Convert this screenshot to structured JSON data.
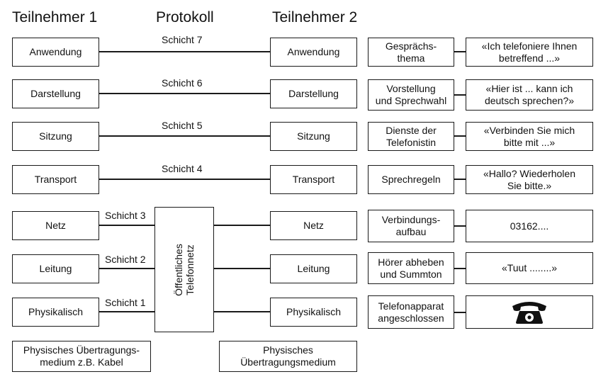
{
  "headers": {
    "participant1": "Teilnehmer 1",
    "protocol": "Protokoll",
    "participant2": "Teilnehmer 2"
  },
  "layers": [
    {
      "p1": "Anwendung",
      "p2": "Anwendung",
      "link": "Schicht 7",
      "topic": "Gesprächs-\nthema",
      "example": "«Ich telefoniere Ihnen\nbetreffend ...»"
    },
    {
      "p1": "Darstellung",
      "p2": "Darstellung",
      "link": "Schicht 6",
      "topic": "Vorstellung\nund Sprechwahl",
      "example": "«Hier ist ... kann ich\ndeutsch sprechen?»"
    },
    {
      "p1": "Sitzung",
      "p2": "Sitzung",
      "link": "Schicht 5",
      "topic": "Dienste der\nTelefonistin",
      "example": "«Verbinden Sie mich\nbitte mit ...»"
    },
    {
      "p1": "Transport",
      "p2": "Transport",
      "link": "Schicht 4",
      "topic": "Sprechregeln",
      "example": "«Hallo? Wiederholen\nSie bitte.»"
    },
    {
      "p1": "Netz",
      "p2": "Netz",
      "link": "Schicht 3",
      "topic": "Verbindungs-\naufbau",
      "example": "03162...."
    },
    {
      "p1": "Leitung",
      "p2": "Leitung",
      "link": "Schicht 2",
      "topic": "Hörer abheben\nund Summton",
      "example": "«Tuut ........»"
    },
    {
      "p1": "Physikalisch",
      "p2": "Physikalisch",
      "link": "Schicht 1",
      "topic": "Telefonapparat\nangeschlossen",
      "example": ""
    }
  ],
  "network_box": "Öffentliches\nTelefonnetz",
  "medium_left": "Physisches Übertragungs-\nmedium z.B. Kabel",
  "medium_right": "Physisches\nÜbertragungsmedium",
  "icons": {
    "telephone": "telephone-icon"
  }
}
